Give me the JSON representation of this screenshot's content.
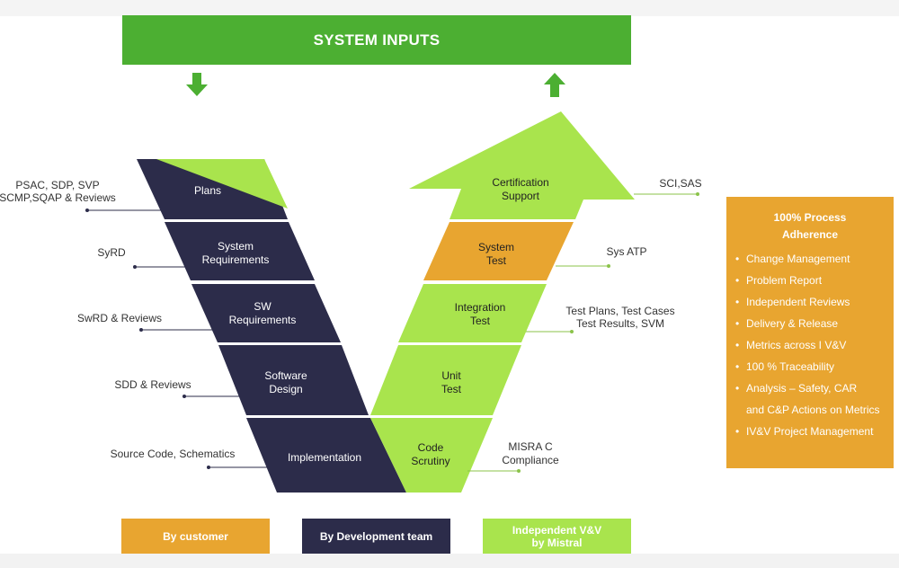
{
  "header": {
    "title": "SYSTEM INPUTS"
  },
  "left_arm": [
    {
      "label": "Plans",
      "annotation": "PSAC, SDP, SVP\nSCMP,SQAP & Reviews"
    },
    {
      "label": "System\nRequirements",
      "annotation": "SyRD"
    },
    {
      "label": "SW\nRequirements",
      "annotation": "SwRD & Reviews"
    },
    {
      "label": "Software\nDesign",
      "annotation": "SDD & Reviews"
    },
    {
      "label": "Implementation",
      "annotation": "Source Code, Schematics"
    }
  ],
  "right_arm": [
    {
      "label": "Code\nScrutiny",
      "annotation": "MISRA C\nCompliance"
    },
    {
      "label": "Unit\nTest",
      "annotation": ""
    },
    {
      "label": "Integration\nTest",
      "annotation": "Test Plans, Test Cases\nTest Results, SVM"
    },
    {
      "label": "System\nTest",
      "annotation": "Sys ATP"
    },
    {
      "label": "Certification\nSupport",
      "annotation": "SCI,SAS"
    }
  ],
  "process_box": {
    "title": "100% Process\nAdherence",
    "items": [
      "Change Management",
      "Problem Report",
      "Independent Reviews",
      "Delivery & Release",
      "Metrics across  I V&V",
      "100 % Traceability",
      "Analysis – Safety, CAR\nand C&P Actions on Metrics",
      "IV&V Project Management"
    ]
  },
  "legend": {
    "customer": "By customer",
    "development": "By Development team",
    "ivv": "Independent V&V\nby Mistral"
  },
  "colors": {
    "dark_navy": "#2c2c4a",
    "light_green": "#a9e44d",
    "header_green": "#4caf32",
    "orange": "#e8a530"
  }
}
